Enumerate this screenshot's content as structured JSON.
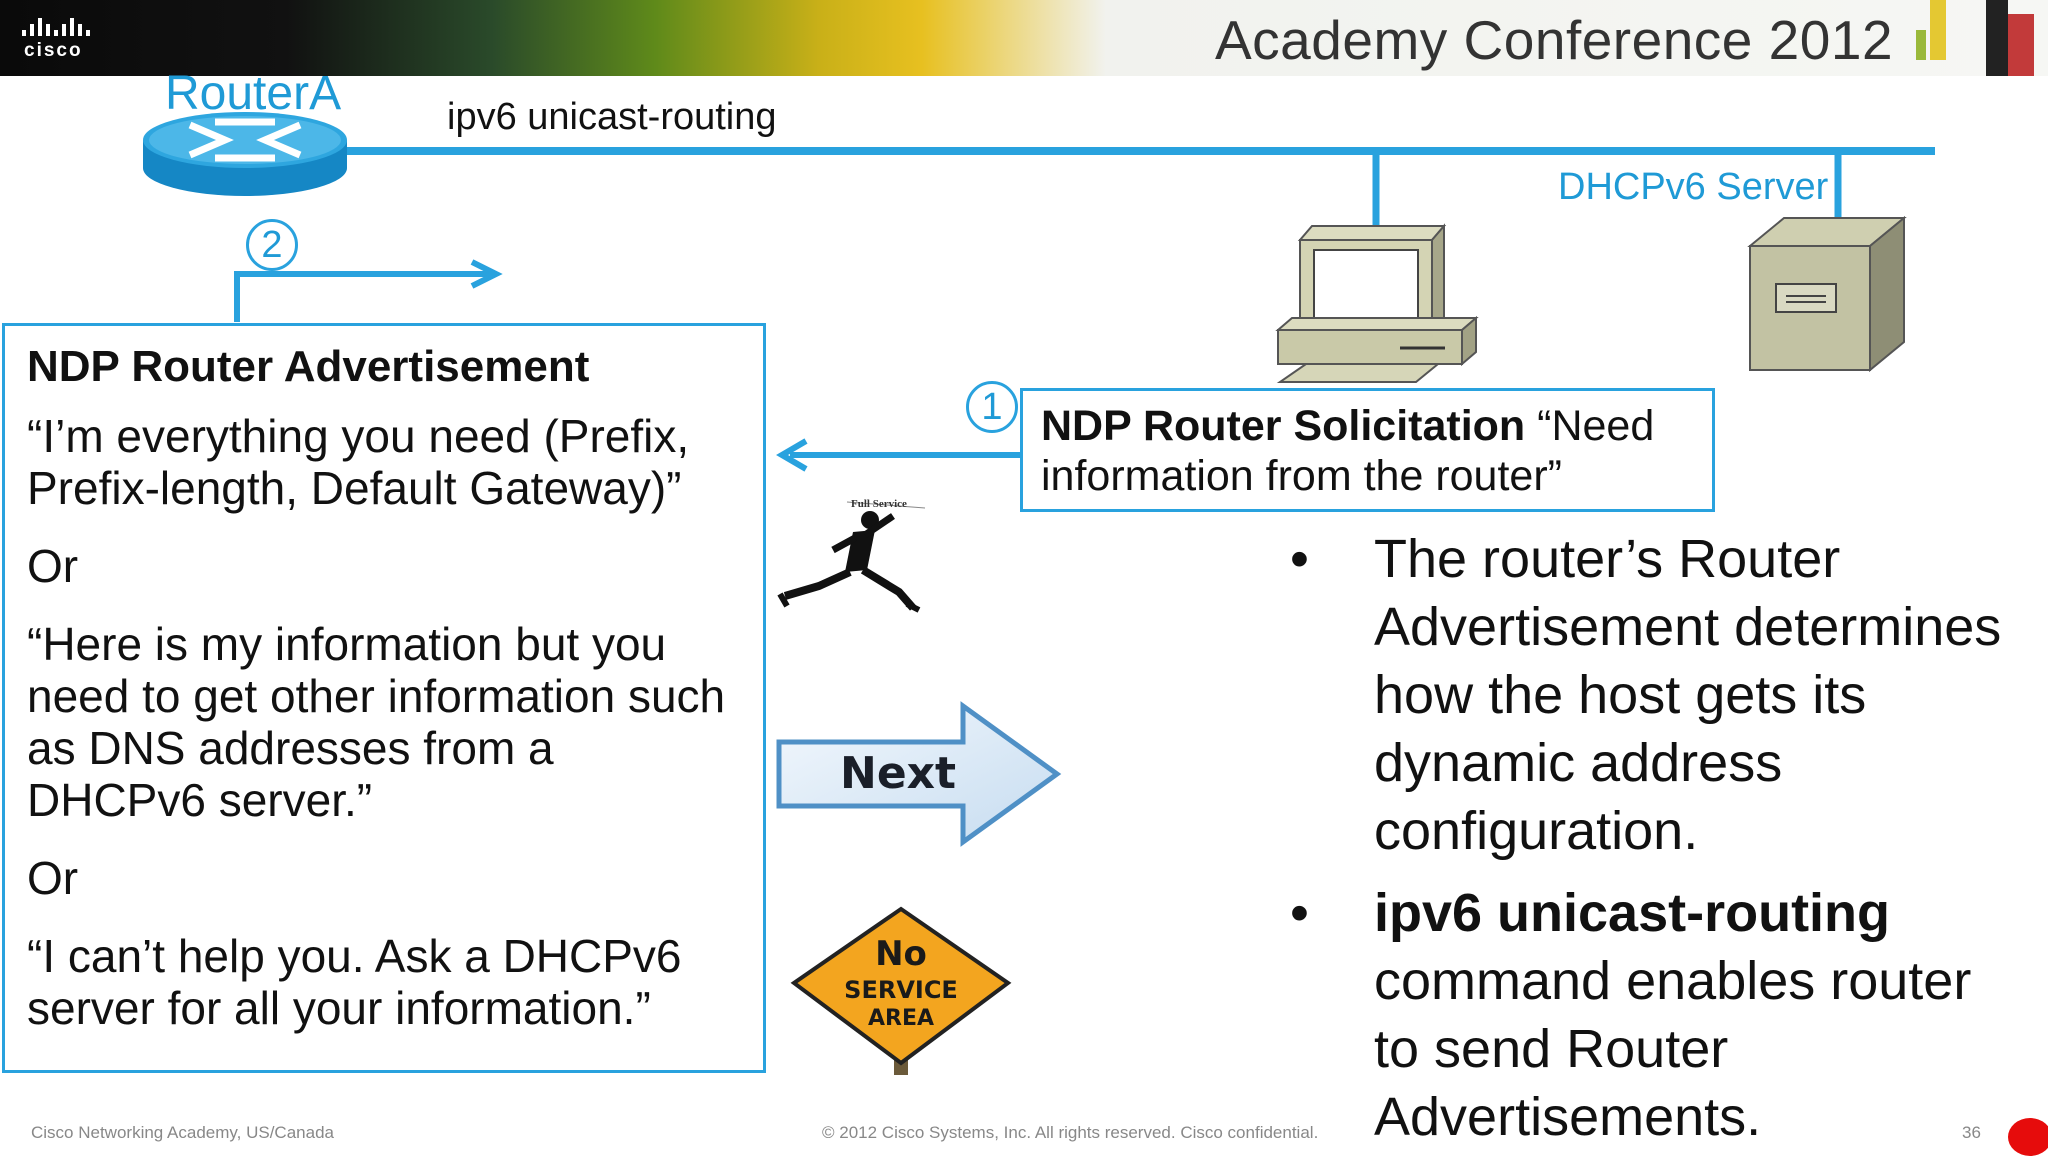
{
  "header": {
    "logo_text": "cisco",
    "title": "Academy Conference 2012"
  },
  "diagram": {
    "router_label": "RouterA",
    "command_label": "ipv6 unicast-routing",
    "server_label": "DHCPv6 Server",
    "step_2": "2",
    "step_1": "1"
  },
  "ra_box": {
    "heading": "NDP Router Advertisement",
    "option_1": "“I’m everything you need (Prefix, Prefix-length, Default Gateway)”",
    "or_1": "Or",
    "option_2": "“Here is my information but you need to get other information such as DNS addresses from a DHCPv6 server.”",
    "or_2": "Or",
    "option_3": "“I can’t help you. Ask a DHCPv6 server for all your information.”"
  },
  "rs_box": {
    "heading": "NDP Router Solicitation",
    "quote": " “Need information from the router”"
  },
  "images": {
    "full_service_caption": "Full Service",
    "next_label": "Next",
    "no_service_line1": "No",
    "no_service_line2": "SERVICE",
    "no_service_line3": "AREA"
  },
  "bullets": [
    {
      "marker": "•",
      "bold": "",
      "text": "The router’s Router Advertisement determines how the host gets its dynamic address configuration."
    },
    {
      "marker": "•",
      "bold": "ipv6 unicast-routing",
      "text": " command enables router to send Router Advertisements."
    }
  ],
  "footer": {
    "left": "Cisco Networking Academy, US/Canada",
    "center": "© 2012 Cisco Systems, Inc. All rights reserved. Cisco confidential.",
    "page_number": "36"
  },
  "colors": {
    "accent_blue": "#29a2de",
    "banner_dark": "#111111",
    "banner_yellow": "#e7c020",
    "sign_orange": "#f3a51f",
    "pager_dot": "#e60c0c"
  }
}
